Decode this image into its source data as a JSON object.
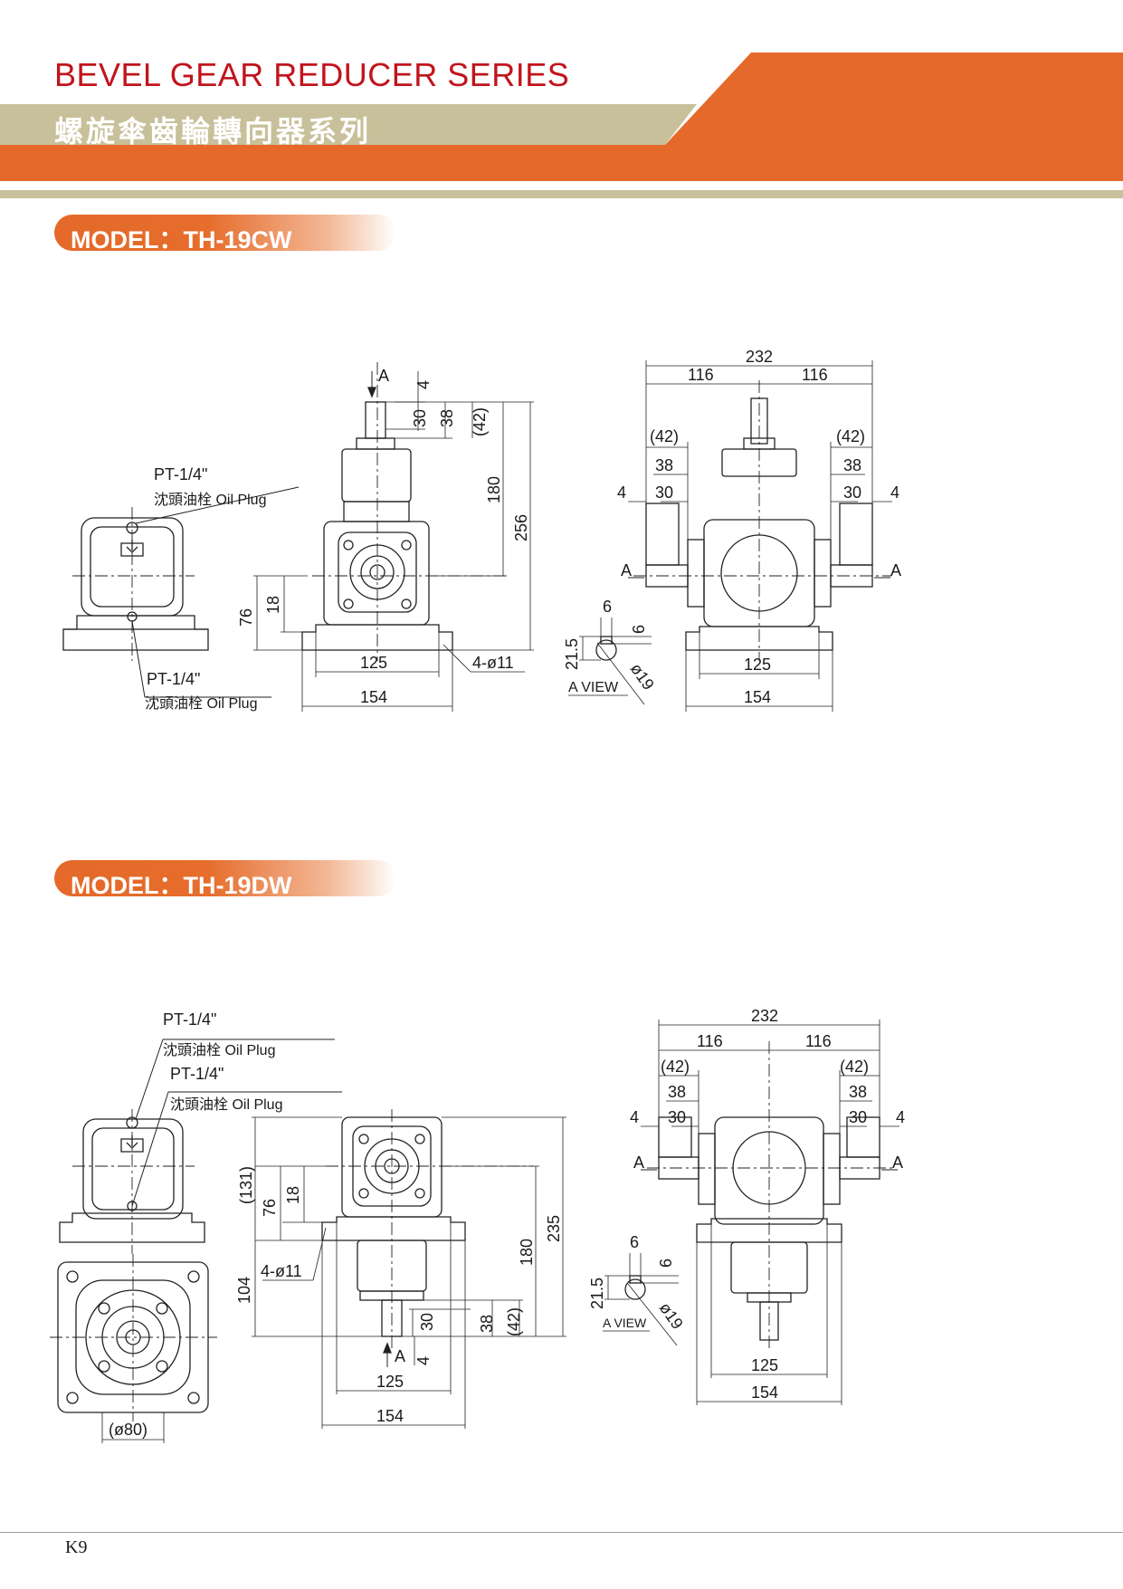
{
  "header": {
    "title_en": "BEVEL GEAR REDUCER SERIES",
    "title_zh": "螺旋傘齒輪轉向器系列",
    "colors": {
      "title_red": "#c1141c",
      "band_orange": "#e4692a",
      "band_khaki": "#c8c09a"
    }
  },
  "model_cw": {
    "label": "MODEL：TH-19CW",
    "side_view": {
      "plug_top_spec": "PT-1/4\"",
      "plug_top_name": "沈頭油栓 Oil Plug",
      "plug_bottom_spec": "PT-1/4\"",
      "plug_bottom_name": "沈頭油栓 Oil Plug"
    },
    "front_view": {
      "view_marker": "A",
      "dim_4": "4",
      "dim_30": "30",
      "dim_38": "38",
      "dim_42": "(42)",
      "dim_180": "180",
      "dim_256": "256",
      "dim_76": "76",
      "dim_18": "18",
      "dim_125": "125",
      "dim_154": "154",
      "holes": "4-ø11"
    },
    "top_view": {
      "dim_232": "232",
      "dim_116_left": "116",
      "dim_116_right": "116",
      "dim_42_left": "(42)",
      "dim_42_right": "(42)",
      "dim_38_left": "38",
      "dim_38_right": "38",
      "dim_30_left": "30",
      "dim_30_right": "30",
      "dim_4_left": "4",
      "dim_4_right": "4",
      "marker_left": "A",
      "marker_right": "A",
      "dim_125": "125",
      "dim_154": "154"
    },
    "a_view": {
      "dim_6_top": "6",
      "dim_6_side": "6",
      "dim_21_5": "21.5",
      "dim_19": "ø19",
      "label": "A VIEW"
    }
  },
  "model_dw": {
    "label": "MODEL：TH-19DW",
    "side_view": {
      "plug_1_spec": "PT-1/4\"",
      "plug_1_name": "沈頭油栓 Oil Plug",
      "plug_2_spec": "PT-1/4\"",
      "plug_2_name": "沈頭油栓 Oil Plug",
      "dim_80": "(ø80)"
    },
    "front_view": {
      "dim_131": "(131)",
      "dim_76": "76",
      "dim_18": "18",
      "dim_104": "104",
      "holes": "4-ø11",
      "dim_180": "180",
      "dim_235": "235",
      "dim_30": "30",
      "dim_38": "38",
      "dim_42": "(42)",
      "dim_4": "4",
      "view_marker": "A",
      "dim_125": "125",
      "dim_154": "154"
    },
    "top_view": {
      "dim_232": "232",
      "dim_116_left": "116",
      "dim_116_right": "116",
      "dim_42_left": "(42)",
      "dim_42_right": "(42)",
      "dim_38_left": "38",
      "dim_38_right": "38",
      "dim_30_left": "30",
      "dim_30_right": "30",
      "dim_4_left": "4",
      "dim_4_right": "4",
      "marker_left": "A",
      "marker_right": "A",
      "dim_125": "125",
      "dim_154": "154"
    },
    "a_view": {
      "dim_6_top": "6",
      "dim_6_side": "6",
      "dim_21_5": "21.5",
      "dim_19": "ø19",
      "label": "A VIEW"
    }
  },
  "footer": {
    "page_number": "K9"
  }
}
